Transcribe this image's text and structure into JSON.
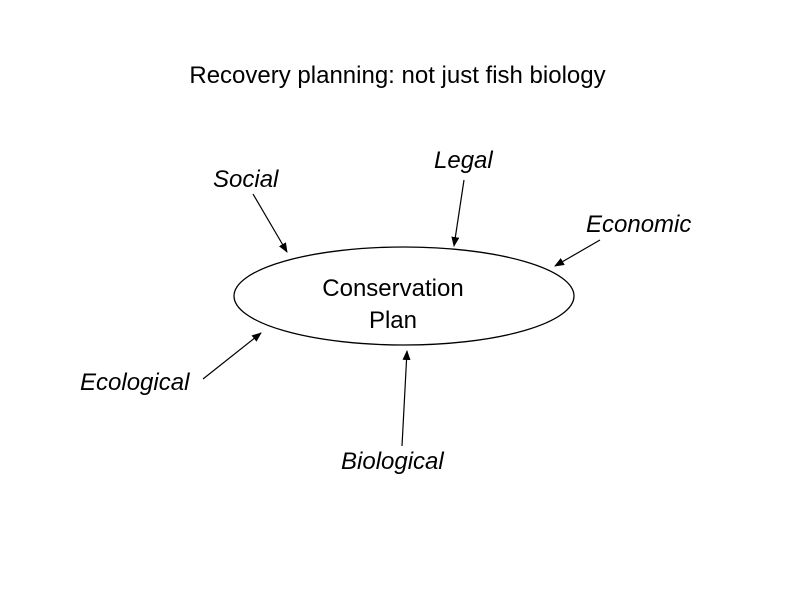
{
  "title": "Recovery planning:  not just fish biology",
  "center": {
    "line1": "Conservation",
    "line2": "Plan"
  },
  "factors": {
    "social": "Social",
    "legal": "Legal",
    "economic": "Economic",
    "ecological": "Ecological",
    "biological": "Biological"
  }
}
